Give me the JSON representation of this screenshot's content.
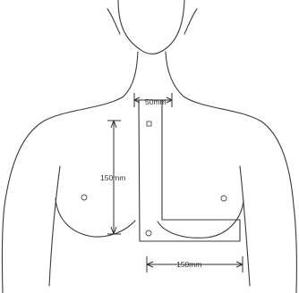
{
  "diagram": {
    "labels": {
      "top_width": "50mm",
      "vertical_length": "150mm",
      "bottom_width": "150mm"
    }
  }
}
